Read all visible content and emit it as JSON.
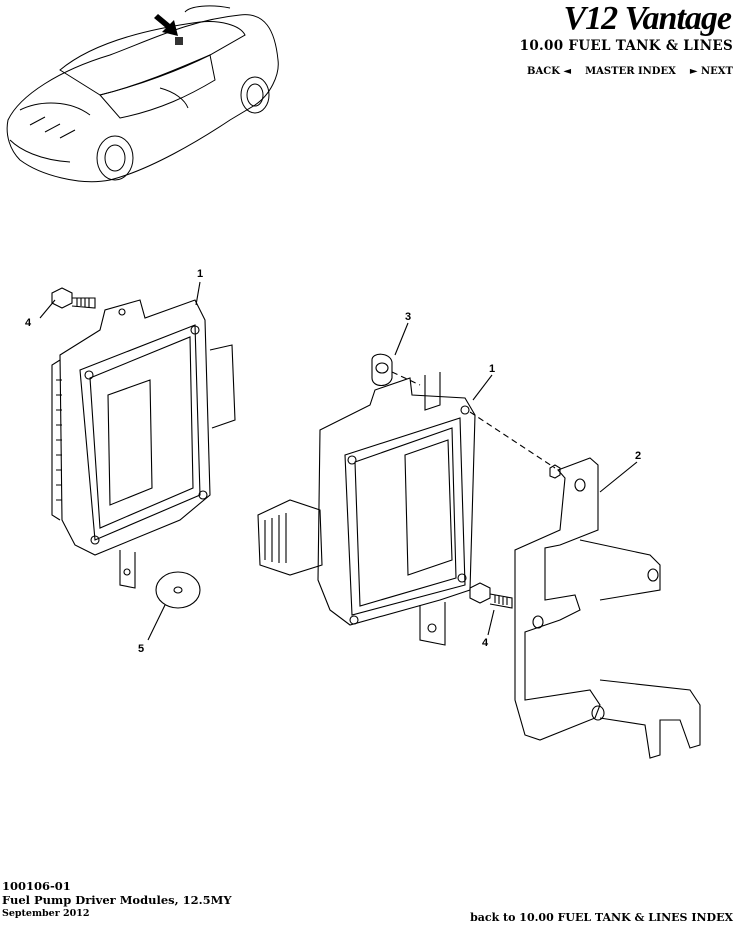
{
  "header": {
    "brand": "V12 Vantage",
    "section_title": "10.00 FUEL TANK & LINES",
    "nav": {
      "back": "BACK ◄",
      "master_index": "MASTER INDEX",
      "next": "► NEXT"
    }
  },
  "diagram": {
    "callouts": [
      "1",
      "4",
      "3",
      "1",
      "2",
      "5",
      "4"
    ]
  },
  "footer": {
    "part_number": "100106-01",
    "description": "Fuel Pump Driver Modules, 12.5MY",
    "date": "September 2012",
    "back_link": "back to 10.00 FUEL TANK & LINES INDEX"
  }
}
